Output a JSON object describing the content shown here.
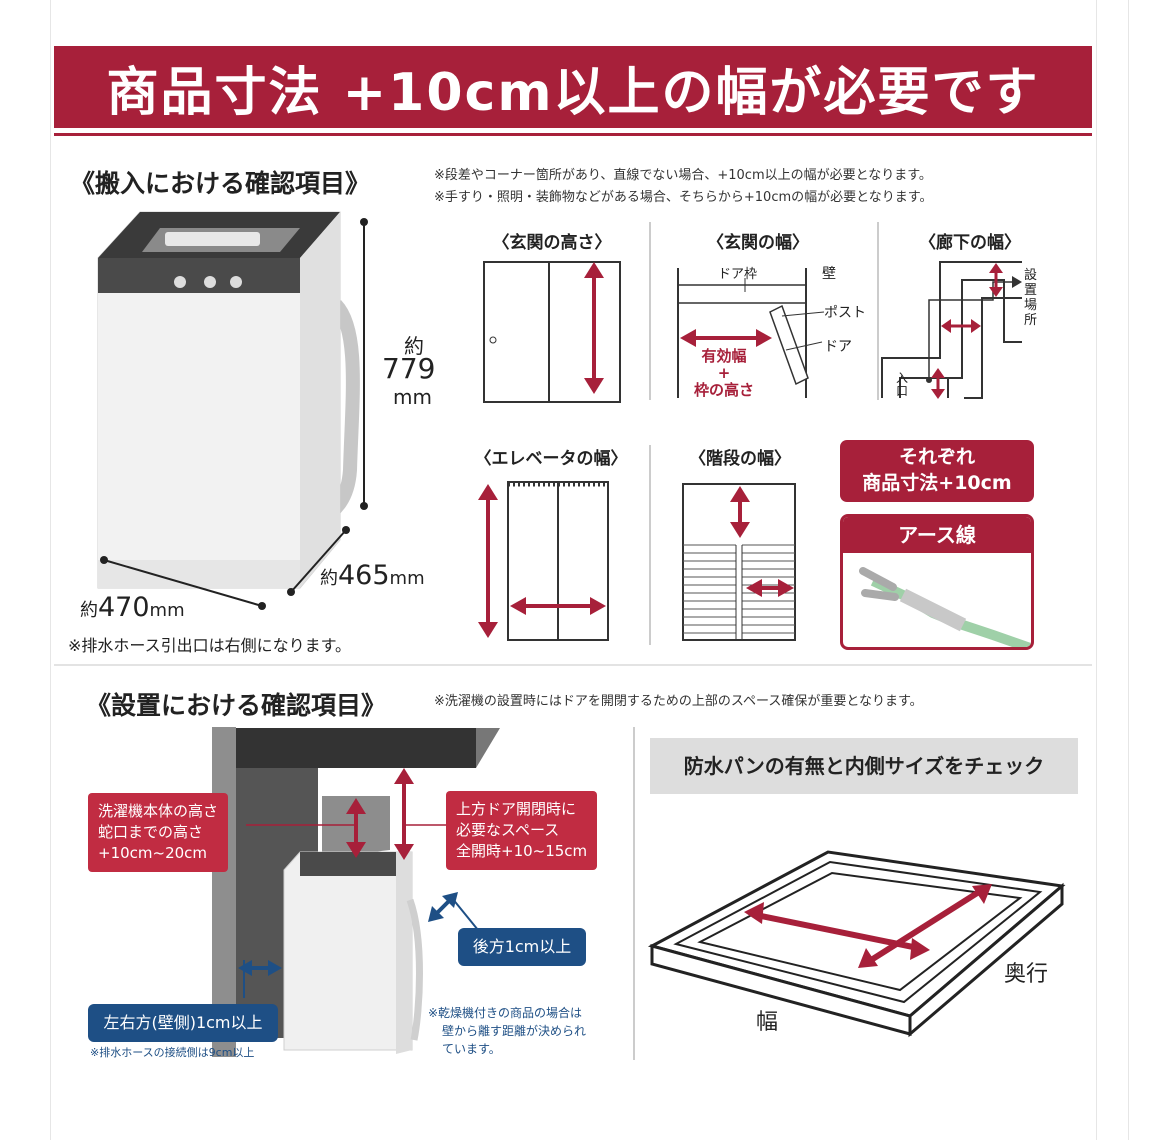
{
  "banner": {
    "title": "商品寸法 +10cm以上の幅が必要です"
  },
  "delivery": {
    "title": "《搬入における確認項目》",
    "notes": [
      "※段差やコーナー箇所があり、直線でない場合、+10cm以上の幅が必要となります。",
      "※手すり・照明・装飾物などがある場合、そちらから+10cmの幅が必要となります。"
    ],
    "dims": {
      "height_approx": "約",
      "height": "779",
      "height_unit": "mm",
      "depth_approx": "約",
      "depth": "465",
      "depth_unit": "mm",
      "width_approx": "約",
      "width": "470",
      "width_unit": "mm"
    },
    "hose_note": "※排水ホース引出口は右側になります。",
    "items": {
      "entrance_height": "〈玄関の高さ〉",
      "entrance_width": "〈玄関の幅〉",
      "corridor_width": "〈廊下の幅〉",
      "elevator_width": "〈エレベータの幅〉",
      "stairs_width": "〈階段の幅〉"
    },
    "entrance_labels": {
      "frame": "ドア枠",
      "wall": "壁",
      "post": "ポスト",
      "door": "ドア",
      "effective_width": "有効幅",
      "plus": "+",
      "frame_height": "枠の高さ"
    },
    "corridor_labels": {
      "install_place": "設置場所",
      "entrance": "入口"
    },
    "each_box": {
      "line1": "それぞれ",
      "line2": "商品寸法+10cm"
    },
    "earth_box": {
      "title": "アース線"
    }
  },
  "install": {
    "title": "《設置における確認項目》",
    "note": "※洗濯機の設置時にはドアを開閉するための上部のスペース確保が重要となります。",
    "left_label": [
      "洗濯機本体の高さ",
      "蛇口までの高さ",
      "+10cm~20cm"
    ],
    "right_label": [
      "上方ドア開閉時に",
      "必要なスペース",
      "全開時+10~15cm"
    ],
    "back_box": "後方1cm以上",
    "side_box": "左右方(壁側)1cm以上",
    "side_note": "※排水ホースの接続側は9cm以上",
    "dryer_note": [
      "※乾燥機付きの商品の場合は",
      "壁から離す距離が決められ",
      "ています。"
    ],
    "pan_header": "防水パンの有無と内側サイズをチェック",
    "pan_width": "幅",
    "pan_depth": "奥行"
  }
}
